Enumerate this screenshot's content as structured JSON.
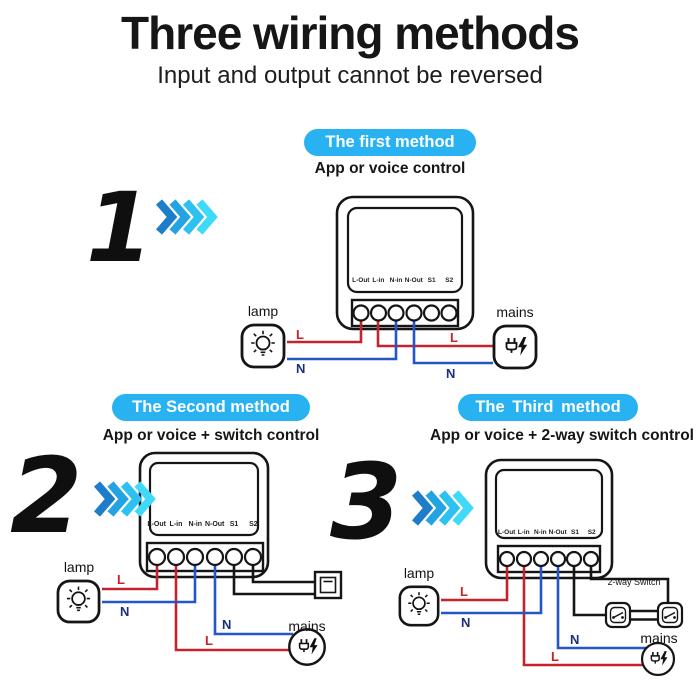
{
  "header": {
    "title": "Three wiring methods",
    "subtitle": "Input and output cannot be reversed"
  },
  "terminals": [
    "L-Out",
    "L-in",
    "N-in",
    "N-Out",
    "S1",
    "S2"
  ],
  "wire_labels": {
    "live": "L",
    "neutral": "N"
  },
  "colors": {
    "accent_blue": "#29b2f1",
    "wire_live": "#c3242b",
    "wire_neutral": "#2456c5",
    "wire_switch": "#151515",
    "label_live": "#c3242b",
    "label_neutral": "#1d2f7c",
    "arrow_shades": [
      "#1d7dc9",
      "#24a3e2",
      "#2cc1f1",
      "#3fd9f9"
    ]
  },
  "methods": [
    {
      "number": "1",
      "pill": "The first method",
      "caption": "App or voice control",
      "lamp_label": "lamp",
      "mains_label": "mains"
    },
    {
      "number": "2",
      "pill": "The Second method",
      "caption": "App or voice + switch control",
      "lamp_label": "lamp",
      "mains_label": "mains"
    },
    {
      "number": "3",
      "pill": "The Third method",
      "caption": "App or voice + 2-way switch control",
      "lamp_label": "lamp",
      "mains_label": "mains",
      "switch_label": "2-way Switch"
    }
  ]
}
